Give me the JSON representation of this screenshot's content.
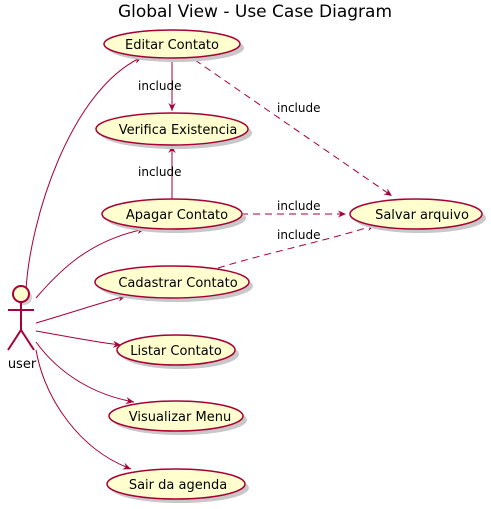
{
  "title": "Global View - Use Case Diagram",
  "actor": {
    "name": "user"
  },
  "use_cases": {
    "editar": "Editar Contato",
    "verifica": "Verifica Existencia",
    "apagar": "Apagar Contato",
    "salvar": "Salvar arquivo",
    "cadastrar": "Cadastrar Contato",
    "listar": "Listar Contato",
    "visualizar": "Visualizar Menu",
    "sair": "Sair da agenda"
  },
  "relations": {
    "editar_verifica": "include",
    "editar_salvar": "include",
    "apagar_verifica": "include",
    "apagar_salvar": "include",
    "cadastrar_salvar": "include"
  },
  "colors": {
    "use_case_fill": "#FEFECE",
    "border": "#A80036",
    "shadow": "#c8c8c8"
  }
}
